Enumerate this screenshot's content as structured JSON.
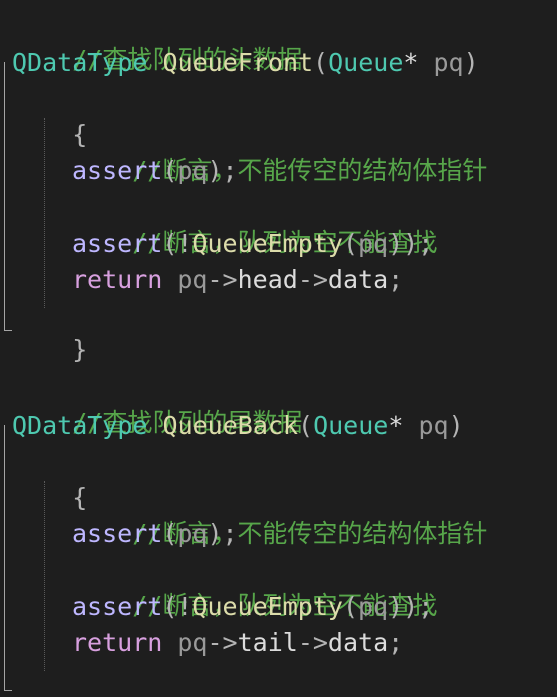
{
  "blocks": [
    {
      "comment": "//查找队列的头数据",
      "signature": {
        "type": "QDataType",
        "name": "QueueFront",
        "open": "(",
        "param_type": "Queue",
        "ptr": "*",
        "param": "pq",
        "close": ")"
      },
      "open_brace": "{",
      "body": [
        {
          "kind": "comment",
          "text": "//断言，不能传空的结构体指针"
        },
        {
          "kind": "assert",
          "macro": "assert",
          "open": "(",
          "arg": "pq",
          "close": ");"
        },
        {
          "kind": "comment",
          "text": "//断言，队列为空不能查找"
        },
        {
          "kind": "assert_call",
          "macro": "assert",
          "open": "(!",
          "func": "QueueEmpty",
          "inner_open": "(",
          "arg": "pq",
          "close": "));"
        },
        {
          "kind": "return",
          "keyword": "return",
          "param": "pq",
          "arrow1": "->",
          "field1": "head",
          "arrow2": "->",
          "field2": "data",
          "semi": ";"
        }
      ],
      "close_brace": "}"
    },
    {
      "comment": "//查找队列的尾数据",
      "signature": {
        "type": "QDataType",
        "name": "QueueBack",
        "open": "(",
        "param_type": "Queue",
        "ptr": "*",
        "param": "pq",
        "close": ")"
      },
      "open_brace": "{",
      "body": [
        {
          "kind": "comment",
          "text": "//断言，不能传空的结构体指针"
        },
        {
          "kind": "assert",
          "macro": "assert",
          "open": "(",
          "arg": "pq",
          "close": ");"
        },
        {
          "kind": "comment",
          "text": "//断言，队列为空不能查找"
        },
        {
          "kind": "assert_call",
          "macro": "assert",
          "open": "(!",
          "func": "QueueEmpty",
          "inner_open": "(",
          "arg": "pq",
          "close": "));"
        },
        {
          "kind": "return",
          "keyword": "return",
          "param": "pq",
          "arrow1": "->",
          "field1": "tail",
          "arrow2": "->",
          "field2": "data",
          "semi": ";"
        }
      ],
      "close_brace": "}"
    }
  ],
  "colors": {
    "background": "#1e1e1e",
    "comment": "#57a64a",
    "type": "#4ec9b0",
    "function": "#dcdcaa",
    "keyword": "#d8a0df",
    "macro": "#beb7ff",
    "parameter": "#9a9a9a",
    "punctuation": "#b4b4b4"
  }
}
